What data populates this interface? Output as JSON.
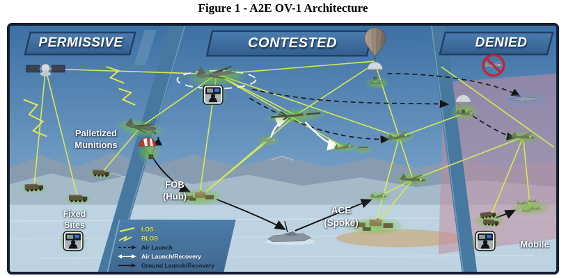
{
  "figure": {
    "title": "Figure 1 - A2E OV-1 Architecture"
  },
  "zones": {
    "permissive": "PERMISSIVE",
    "contested": "CONTESTED",
    "denied": "DENIED"
  },
  "labels": {
    "palletized_line1": "Palletized",
    "palletized_line2": "Munitions",
    "fob_line1": "FOB",
    "fob_line2": "(Hub)",
    "ace_line1": "ACE",
    "ace_line2": "(Spoke)",
    "fixed_line1": "Fixed",
    "fixed_line2": "Sites",
    "mobile": "Mobile"
  },
  "legend": {
    "los": "LOS",
    "blos": "BLOS",
    "air_launch": "Air Launch",
    "air_launch_recovery": "Air Launch/Recovery",
    "ground_launch_recovery": "Ground Launch/Recovery"
  },
  "icons": {
    "satellite": "satellite-icon",
    "cargo_aircraft": "cargo-aircraft-icon",
    "c130": "c130-aircraft-icon",
    "balloon": "high-altitude-balloon-icon",
    "uav": "uav-icon",
    "parachute": "parachute-icon",
    "ground_station": "ground-control-station-icon",
    "truck": "ground-vehicle-icon",
    "boat": "unmanned-surface-vessel-icon",
    "jet": "adversary-jet-icon",
    "no_entry": "no-entry-icon"
  },
  "colors": {
    "los_line": "#dcea51",
    "legend_yellow": "#e9e43c",
    "legend_dark": "#13202f",
    "banner_blue": "#3e6d9d",
    "denied_overlay": "#c18da0",
    "glow_green": "#78c33c",
    "prohibited_red": "#cc1f2d"
  }
}
